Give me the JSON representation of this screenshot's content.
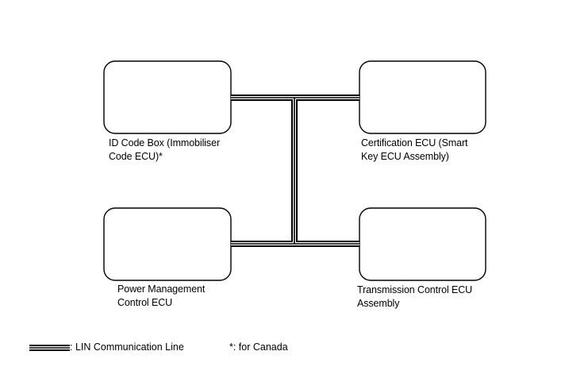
{
  "diagram": {
    "components": {
      "id_code_box": "ID Code Box (Immobiliser\nCode ECU)*",
      "certification_ecu": "Certification ECU (Smart\nKey ECU Assembly)",
      "power_management_ecu": "Power Management\nControl ECU",
      "transmission_control_ecu": "Transmission Control ECU\nAssembly"
    },
    "bus_type": "LIN"
  },
  "legend": {
    "lin_line": ": LIN Communication Line",
    "canada_note": "*: for Canada"
  },
  "colors": {
    "line": "#000000",
    "background": "#ffffff"
  }
}
